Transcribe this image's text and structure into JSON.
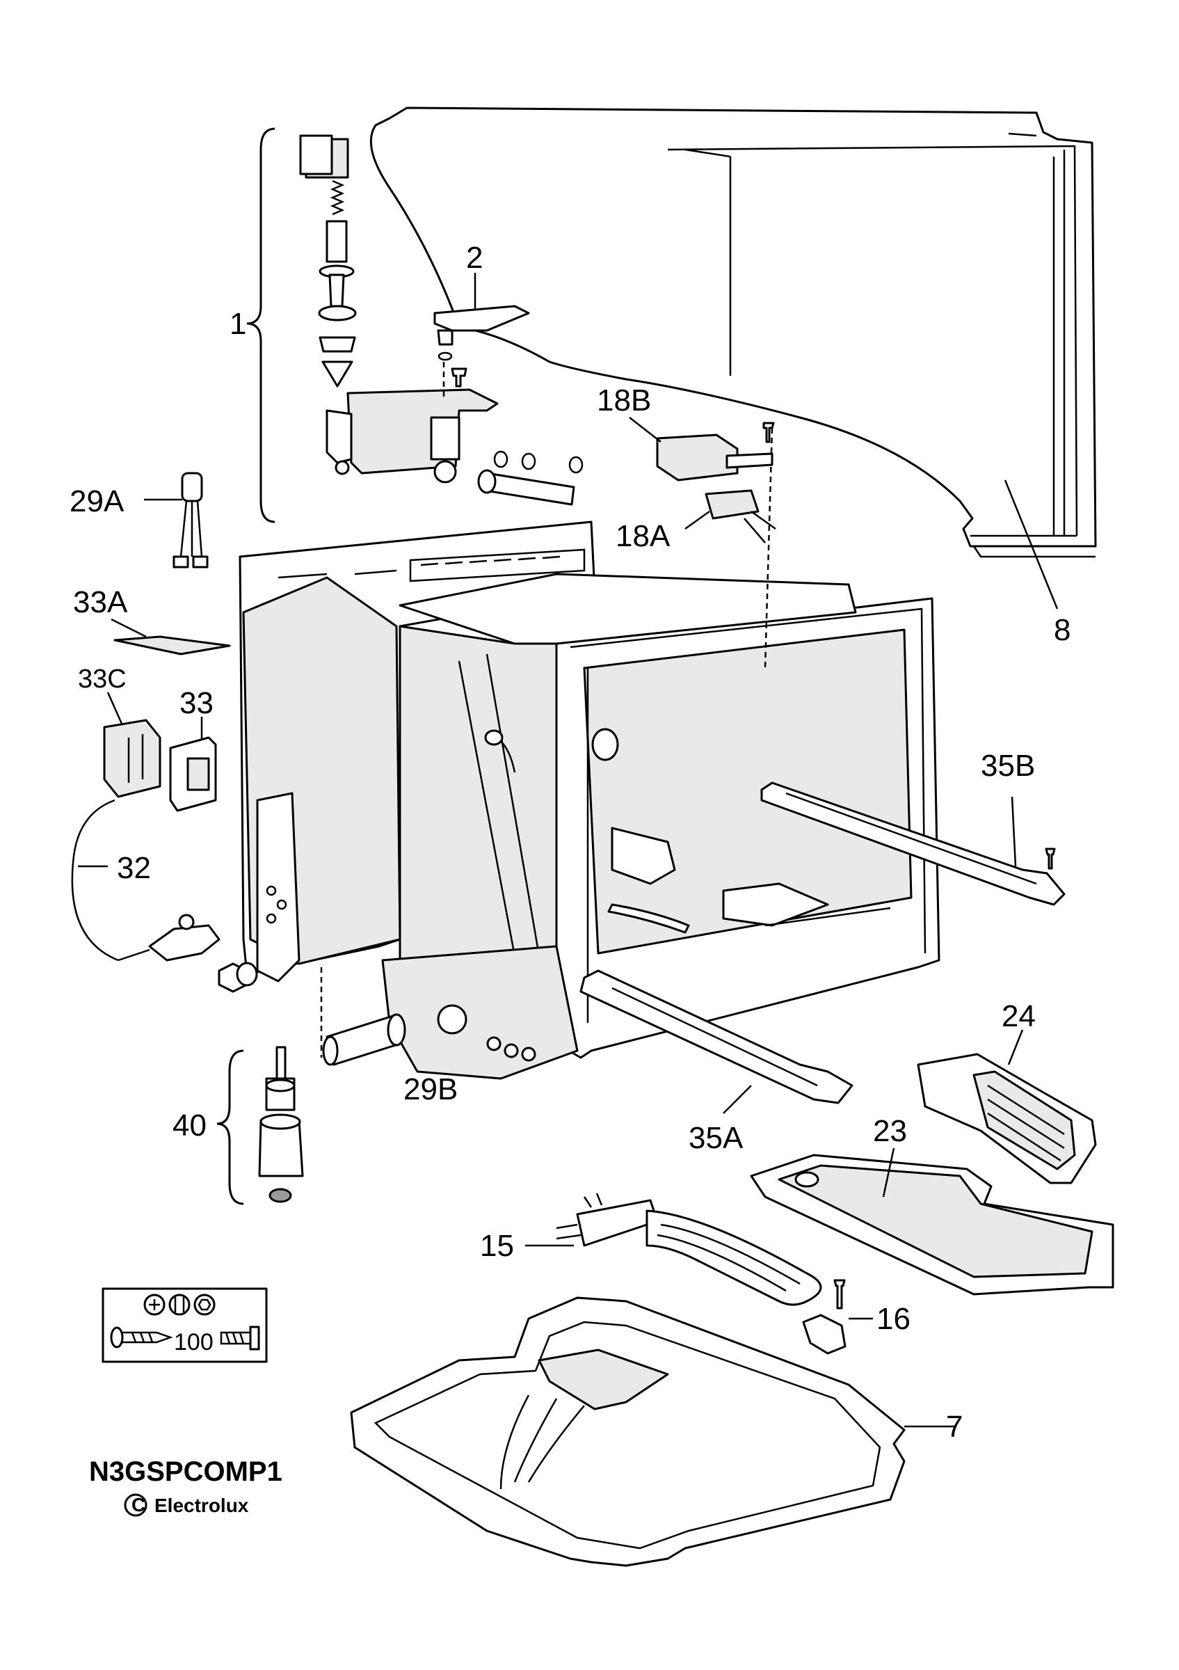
{
  "diagram": {
    "labels": {
      "p1": "1",
      "p2": "2",
      "p7": "7",
      "p8": "8",
      "p15": "15",
      "p16": "16",
      "p18a": "18A",
      "p18b": "18B",
      "p23": "23",
      "p24": "24",
      "p29a": "29A",
      "p29b": "29B",
      "p32": "32",
      "p33": "33",
      "p33a": "33A",
      "p33c": "33C",
      "p35a": "35A",
      "p35b": "35B",
      "p40": "40"
    },
    "legend": {
      "quantity": "100",
      "icons": [
        "phillips-screw-head-icon",
        "slotted-screw-head-icon",
        "hex-head-icon",
        "screw-icon",
        "bolt-icon"
      ]
    },
    "footer": {
      "code": "N3GSPCOMP1",
      "copyright_symbol": "©",
      "brand": "Electrolux"
    }
  }
}
